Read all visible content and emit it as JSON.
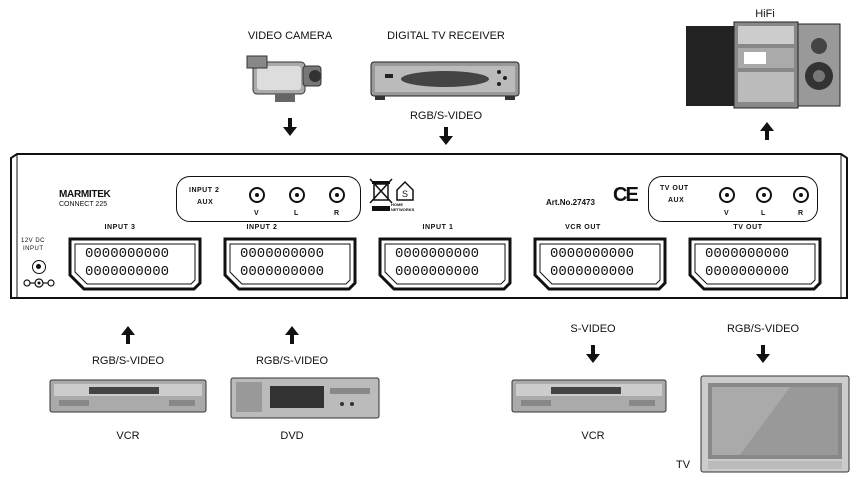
{
  "top_devices": {
    "video_camera": "VIDEO CAMERA",
    "digital_tv_receiver": "DIGITAL TV RECEIVER",
    "receiver_signal": "RGB/S-VIDEO",
    "hifi": "HiFi"
  },
  "panel": {
    "brand": "MARMITEK",
    "model": "CONNECT 225",
    "input2_aux": {
      "title": "INPUT 2",
      "sub": "AUX",
      "jacks": [
        "V",
        "L",
        "R"
      ]
    },
    "tv_out_aux": {
      "title": "TV OUT",
      "sub": "AUX",
      "jacks": [
        "V",
        "L",
        "R"
      ]
    },
    "power_label_1": "12V DC",
    "power_label_2": "INPUT",
    "article_number": "Art.No.27473",
    "ce_mark": "CE",
    "home_networks": "HOME NETWORKS",
    "scart_ports": [
      "INPUT 3",
      "INPUT 2",
      "INPUT 1",
      "VCR OUT",
      "TV OUT"
    ],
    "scart_pin_rows": [
      "0000000000",
      "0000000000"
    ]
  },
  "bottom_devices": {
    "vcr_in": {
      "signal": "RGB/S-VIDEO",
      "name": "VCR"
    },
    "dvd": {
      "signal": "RGB/S-VIDEO",
      "name": "DVD"
    },
    "vcr_out": {
      "signal": "S-VIDEO",
      "name": "VCR"
    },
    "tv": {
      "signal": "RGB/S-VIDEO",
      "name": "TV"
    }
  }
}
